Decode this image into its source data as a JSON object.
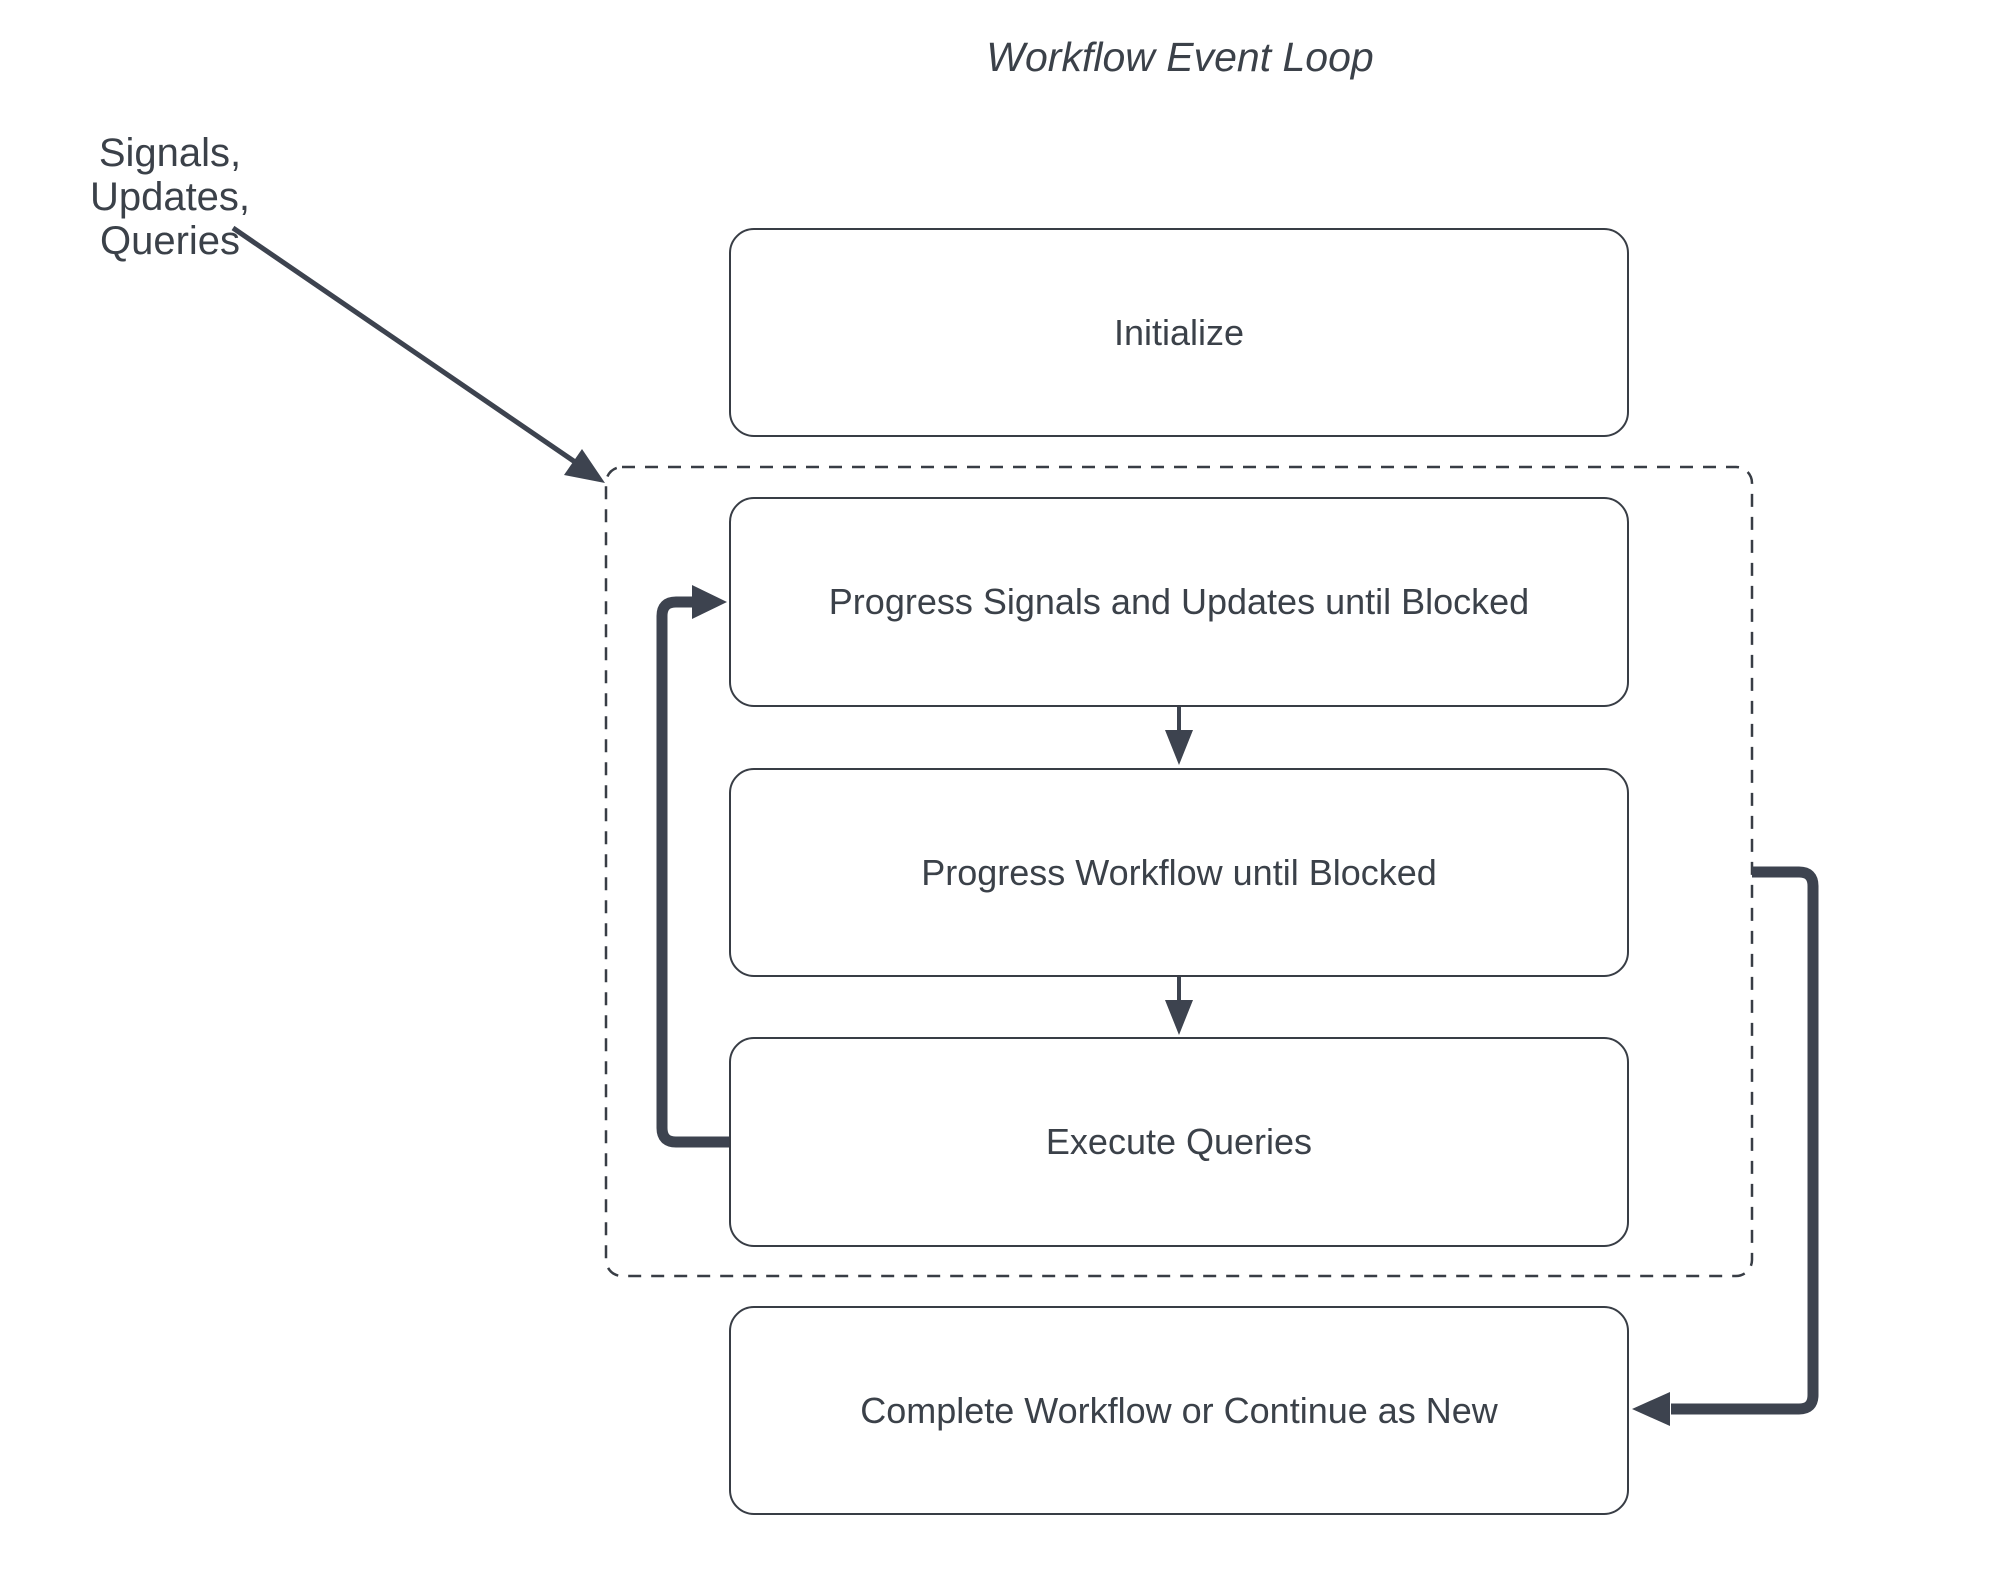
{
  "diagram": {
    "title": "Workflow Event Loop",
    "external_label": {
      "line1": "Signals, Updates,",
      "line2": "Queries"
    },
    "nodes": [
      {
        "id": "initialize",
        "label": "Initialize"
      },
      {
        "id": "progress-signals",
        "label": "Progress Signals and Updates until Blocked"
      },
      {
        "id": "progress-workflow",
        "label": "Progress Workflow until Blocked"
      },
      {
        "id": "execute-queries",
        "label": "Execute Queries"
      },
      {
        "id": "complete",
        "label": "Complete Workflow or Continue as New"
      }
    ],
    "container": {
      "id": "event-loop",
      "contains": [
        "progress-signals",
        "progress-workflow",
        "execute-queries"
      ],
      "border_style": "dashed"
    },
    "edges": [
      {
        "from": "external-label",
        "to": "event-loop",
        "style": "thin-diagonal-arrow"
      },
      {
        "from": "progress-signals",
        "to": "progress-workflow",
        "style": "short-down-arrow"
      },
      {
        "from": "progress-workflow",
        "to": "execute-queries",
        "style": "short-down-arrow"
      },
      {
        "from": "execute-queries",
        "to": "progress-signals",
        "style": "thick-left-loop-arrow"
      },
      {
        "from": "event-loop",
        "to": "complete",
        "style": "thick-right-arrow"
      }
    ],
    "colors": {
      "line": "#3d434f",
      "border": "#383d45",
      "text": "#3b4149",
      "background": "#ffffff"
    }
  }
}
